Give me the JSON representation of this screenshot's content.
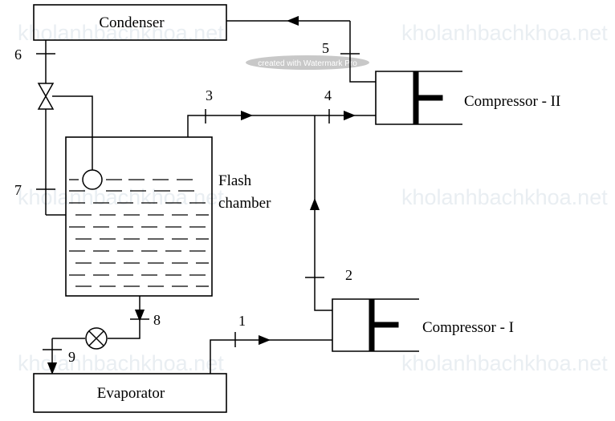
{
  "components": {
    "condenser": "Condenser",
    "evaporator": "Evaporator",
    "compressor_1": "Compressor - I",
    "compressor_2": "Compressor - II",
    "flash_chamber_line1": "Flash",
    "flash_chamber_line2": "chamber"
  },
  "state_points": [
    "1",
    "2",
    "3",
    "4",
    "5",
    "6",
    "7",
    "8",
    "9"
  ],
  "watermark": {
    "text": "kholanhbachkhoa.net",
    "stamp": "created with Watermark Pro"
  }
}
